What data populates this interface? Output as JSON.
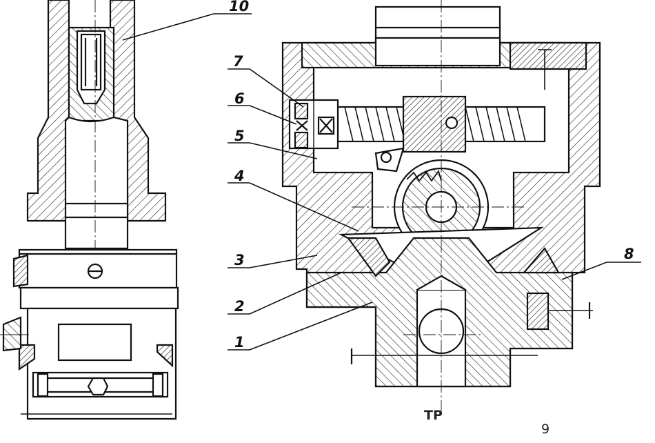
{
  "figure": {
    "page_number": "9",
    "stamp_text": "ТР",
    "callouts": [
      {
        "id": "c1",
        "text": "1"
      },
      {
        "id": "c2",
        "text": "2"
      },
      {
        "id": "c3",
        "text": "3"
      },
      {
        "id": "c4",
        "text": "4"
      },
      {
        "id": "c5",
        "text": "5"
      },
      {
        "id": "c6",
        "text": "6"
      },
      {
        "id": "c7",
        "text": "7"
      },
      {
        "id": "c8",
        "text": "8"
      },
      {
        "id": "c10",
        "text": "10"
      }
    ]
  }
}
